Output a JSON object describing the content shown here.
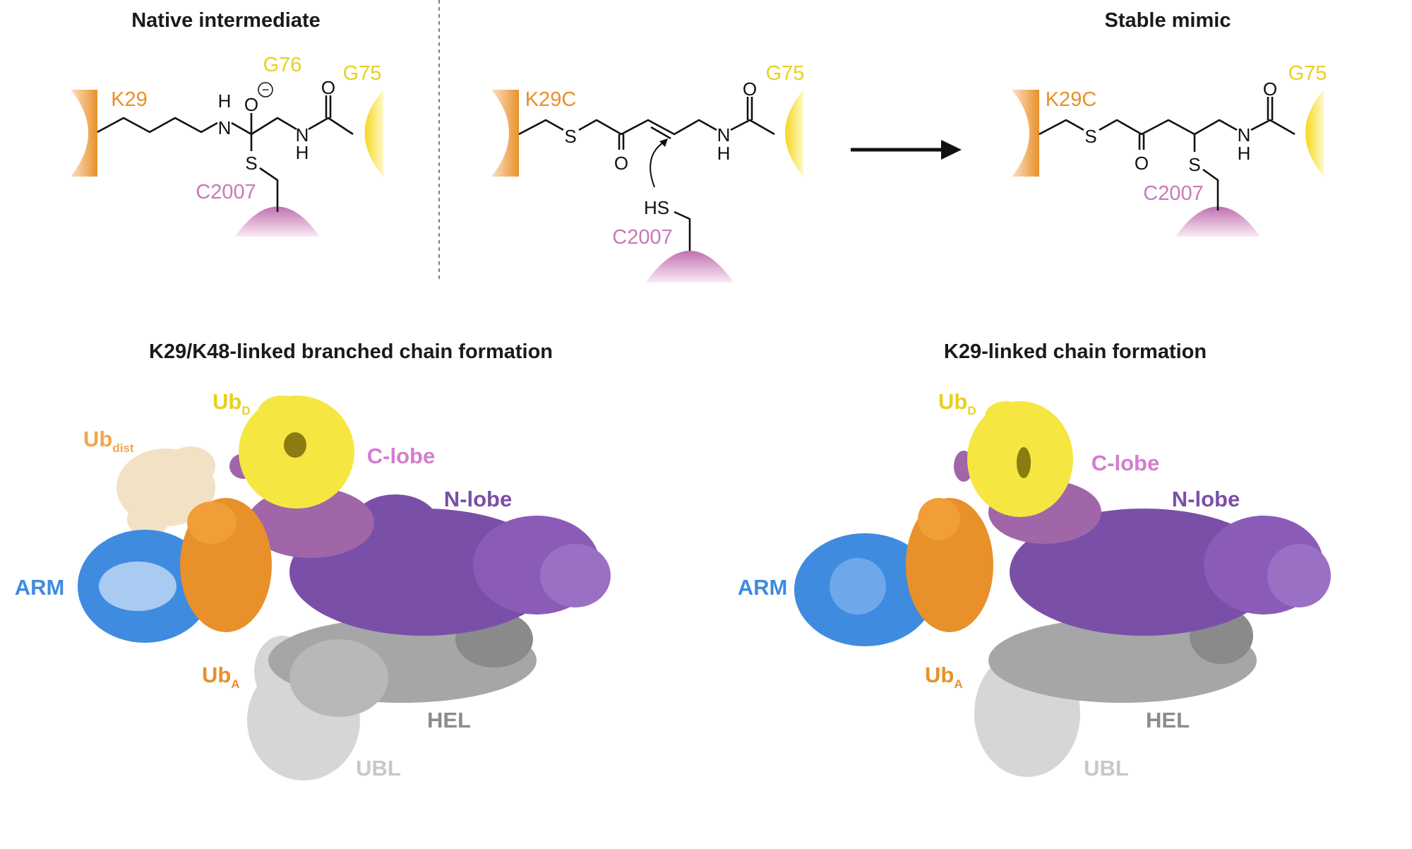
{
  "top": {
    "native": {
      "title": "Native intermediate",
      "k": "K29",
      "g76": "G76",
      "g75": "G75",
      "c": "C2007",
      "atoms": {
        "n1": "N",
        "h1": "H",
        "o": "O",
        "charge": "−",
        "n2": "N",
        "h2": "H",
        "o2": "O",
        "s": "S"
      }
    },
    "reaction": {
      "k": "K29C",
      "g75": "G75",
      "c": "C2007",
      "atoms": {
        "s": "S",
        "o1": "O",
        "n": "N",
        "h": "H",
        "o2": "O",
        "hs": "HS"
      }
    },
    "mimic": {
      "title": "Stable mimic",
      "k": "K29C",
      "g75": "G75",
      "c": "C2007",
      "atoms": {
        "s1": "S",
        "o1": "O",
        "s2": "S",
        "n": "N",
        "h": "H",
        "o2": "O"
      }
    }
  },
  "bottom": {
    "left": {
      "title": "K29/K48-linked branched chain formation",
      "ubd": "Ub",
      "ubd_sub": "D",
      "ubdist": "Ub",
      "ubdist_sub": "dist",
      "clobe": "C-lobe",
      "nlobe": "N-lobe",
      "arm": "ARM",
      "uba": "Ub",
      "uba_sub": "A",
      "hel": "HEL",
      "ubl": "UBL"
    },
    "right": {
      "title": "K29-linked chain formation",
      "ubd": "Ub",
      "ubd_sub": "D",
      "clobe": "C-lobe",
      "nlobe": "N-lobe",
      "arm": "ARM",
      "uba": "Ub",
      "uba_sub": "A",
      "hel": "HEL",
      "ubl": "UBL"
    }
  },
  "colors": {
    "orange": "#e8902a",
    "yellow": "#f2dc2e",
    "pink": "#c878b8",
    "purple": "#7a4fa8",
    "blue": "#3f8be0",
    "gray": "#8c8c8c",
    "lightgray": "#c8c8c8"
  }
}
